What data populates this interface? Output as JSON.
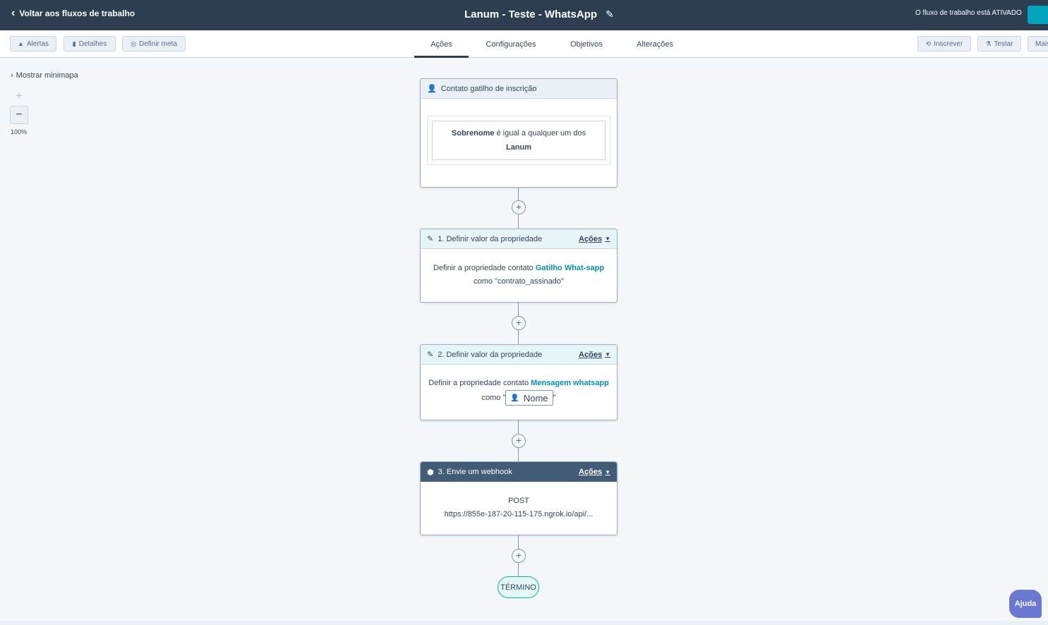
{
  "topbar": {
    "back_label": "Voltar aos fluxos de trabalho",
    "workflow_title": "Lanum - Teste - WhatsApp",
    "status_text": "O fluxo de trabalho está ATIVADO",
    "accent_color": "#00a4bd"
  },
  "toolbar": {
    "alerts": "Alertas",
    "details": "Detalhes",
    "set_goal": "Definir meta",
    "enroll": "Inscrever",
    "test": "Testar",
    "more": "Mais"
  },
  "tabs": [
    {
      "label": "Ações",
      "active": true
    },
    {
      "label": "Configurações",
      "active": false
    },
    {
      "label": "Objetivos",
      "active": false
    },
    {
      "label": "Alterações",
      "active": false
    }
  ],
  "canvas": {
    "minimap_label": "Mostrar minimapa",
    "zoom_level": "100%"
  },
  "trigger": {
    "title": "Contato gatilho de inscrição",
    "property": "Sobrenome",
    "operator": "é igual a qualquer um dos",
    "value": "Lanum"
  },
  "actions_menu_label": "Ações",
  "action1": {
    "title": "1. Definir valor da propriedade",
    "prefix": "Definir a propriedade contato",
    "property": "Gatilho What-sapp",
    "middle": "como",
    "value": "\"contrato_assinado\""
  },
  "action2": {
    "title": "2. Definir valor da propriedade",
    "prefix": "Definir a propriedade contato",
    "property": "Mensagem whatsapp",
    "middle": "como",
    "quote_open": "\"",
    "token": "Nome",
    "quote_close": "\""
  },
  "action3": {
    "title": "3. Envie um webhook",
    "method": "POST",
    "url": "https://855e-187-20-115-175.ngrok.io/api/..."
  },
  "end_label": "TÉRMINO",
  "help_label": "Ajuda"
}
